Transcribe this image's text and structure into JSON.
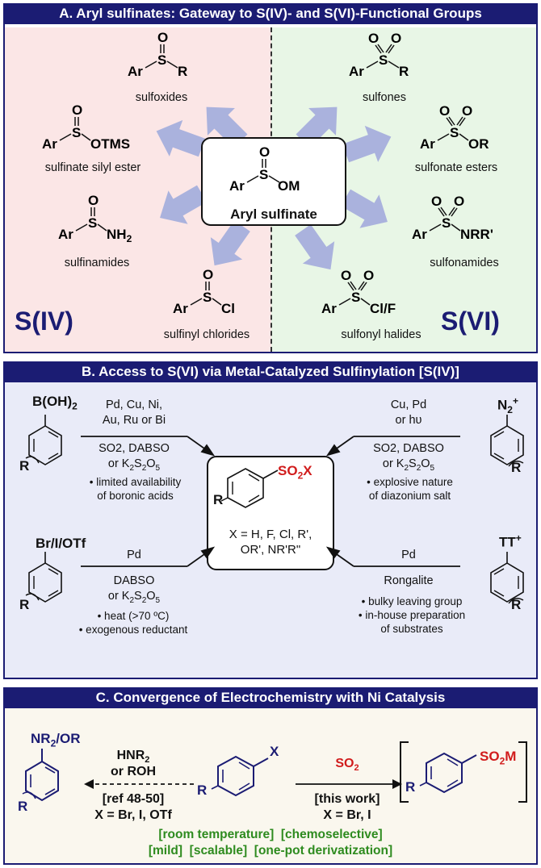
{
  "panel_a": {
    "title": "A. Aryl sulfinates: Gateway to S(IV)- and S(VI)-Functional Groups",
    "left_label": "S(IV)",
    "right_label": "S(VI)",
    "center": {
      "mol": "Ar–S(=O)–OM",
      "label": "Aryl sulfinate"
    },
    "s4_items": [
      {
        "name": "sulfoxides",
        "formula": "Ar–S(=O)–R"
      },
      {
        "name": "sulfinate silyl ester",
        "formula": "Ar–S(=O)–OTMS"
      },
      {
        "name": "sulfinamides",
        "formula": "Ar–S(=O)–NH2"
      },
      {
        "name": "sulfinyl chlorides",
        "formula": "Ar–S(=O)–Cl"
      }
    ],
    "s6_items": [
      {
        "name": "sulfones",
        "formula": "Ar–SO2–R"
      },
      {
        "name": "sulfonate esters",
        "formula": "Ar–SO2–OR"
      },
      {
        "name": "sulfonamides",
        "formula": "Ar–SO2–NRR'"
      },
      {
        "name": "sulfonyl halides",
        "formula": "Ar–SO2–Cl/F"
      }
    ]
  },
  "panel_b": {
    "title": "B. Access to S(VI) via Metal-Catalyzed Sulfinylation [S(IV)]",
    "product": {
      "group": "SO2X",
      "r": "R",
      "x_def_1": "X = H, F, Cl, R',",
      "x_def_2": "OR', NR'R\""
    },
    "tl": {
      "substituent": "B(OH)2",
      "r": "R",
      "above_1": "Pd, Cu, Ni,",
      "above_2": "Au, Ru or Bi",
      "below_1": "SO2, DABSO",
      "below_2": "or K2S2O5",
      "note_1": "• limited availability",
      "note_2": "of boronic acids"
    },
    "tr": {
      "substituent": "N2+",
      "r": "R",
      "above_1": "Cu, Pd",
      "above_2": "or hυ",
      "below_1": "SO2, DABSO",
      "below_2": "or K2S2O5",
      "note_1": "• explosive nature",
      "note_2": "of diazonium salt"
    },
    "bl": {
      "substituent": "Br/I/OTf",
      "r": "R",
      "above_1": "Pd",
      "below_1": "DABSO",
      "below_2": "or K2S2O5",
      "note_1": "• heat (>70 ºC)",
      "note_2": "• exogenous reductant"
    },
    "br": {
      "substituent": "TT+",
      "r": "R",
      "above_1": "Pd",
      "below_1": "Rongalite",
      "note_1": "• bulky leaving group",
      "note_2": "• in-house preparation",
      "note_3": "of substrates"
    }
  },
  "panel_c": {
    "title": "C. Convergence of Electrochemistry with Ni Catalysis",
    "left_product": "NR2/OR",
    "left_above_1": "HNR2",
    "left_above_2": "or ROH",
    "left_below_1": "[ref 48-50]",
    "left_below_2": "X = Br, I, OTf",
    "substrate_x": "X",
    "right_above": "SO2",
    "right_below_1": "[this work]",
    "right_below_2": "X = Br, I",
    "right_product": "SO2M",
    "r": "R",
    "features_1": "[room temperature]  [chemoselective]",
    "features_2": "[mild]  [scalable]  [one-pot derivatization]"
  },
  "colors": {
    "navy": "#1b1c73",
    "pink": "#fbe6e6",
    "green_bg": "#e8f6e6",
    "lavender": "#e9ebf8",
    "cream": "#faf7ee",
    "arrow": "#aab2dd",
    "red": "#d11c1c",
    "green_text": "#2e8b1f",
    "ring_blue": "#1b1c73"
  }
}
